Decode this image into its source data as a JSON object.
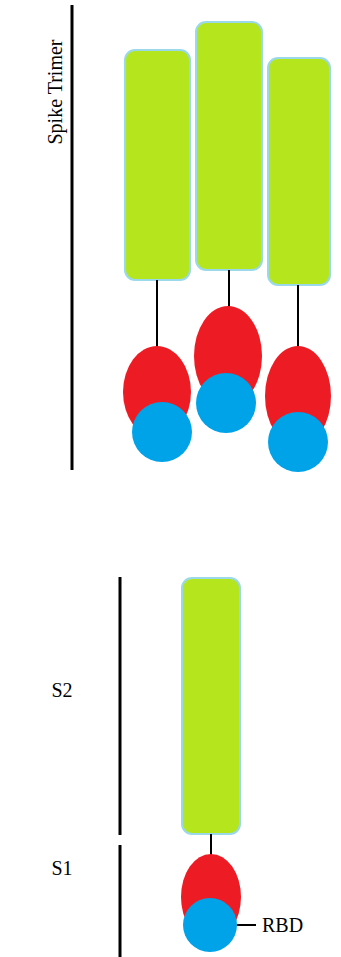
{
  "diagram": {
    "labels": [
      "Spike Trimer",
      "S2",
      "S1",
      "RBD"
    ]
  }
}
